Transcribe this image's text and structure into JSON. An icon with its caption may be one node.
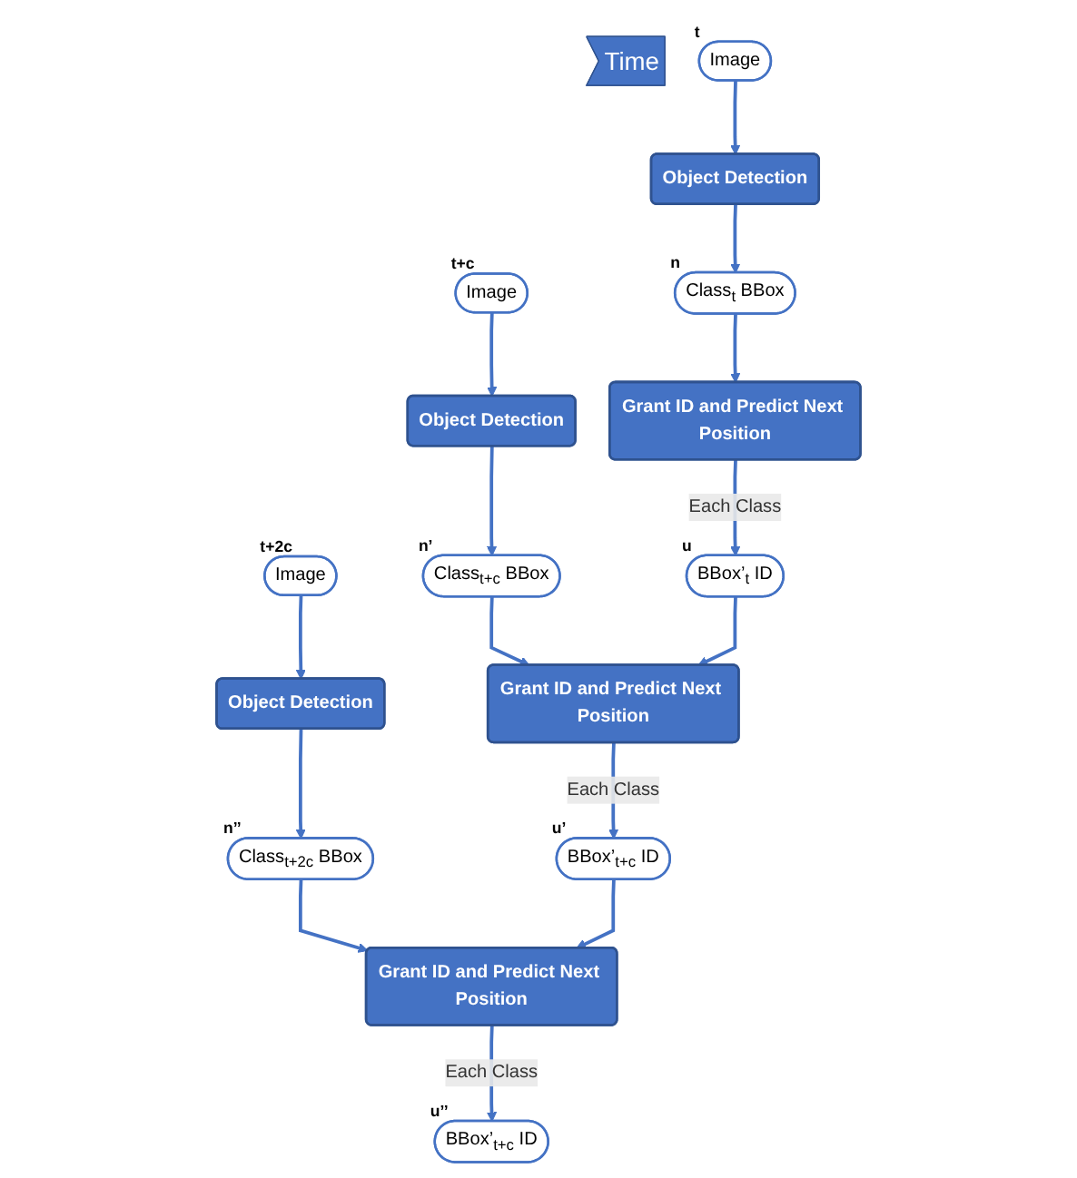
{
  "diagram": {
    "nodes": [
      {
        "text": [
          "Time"
        ]
      },
      {
        "text": [
          "Image"
        ],
        "beside": [
          "t"
        ]
      },
      {
        "text": [
          "Object Detection"
        ]
      },
      {
        "text": [
          "Class$_{t}$ BBox"
        ],
        "beside": [
          "n"
        ]
      },
      {
        "text": [
          "Grant ID and Predict Next Position"
        ]
      },
      {
        "text": [
          "BBox’$_{t}$ ID"
        ],
        "beside": [
          "u"
        ]
      },
      {
        "text": [
          "Image"
        ],
        "beside": [
          "t+c"
        ]
      },
      {
        "text": [
          "Object Detection"
        ]
      },
      {
        "text": [
          "Class$_{t+c}$ BBox"
        ],
        "beside": [
          "n’"
        ]
      },
      {
        "text": [
          "Grant ID and Predict Next Position"
        ]
      },
      {
        "text": [
          "BBox’$_{t+c}$ ID"
        ],
        "beside": [
          "u’"
        ]
      },
      {
        "text": [
          "Image"
        ],
        "beside": [
          "t+2c"
        ]
      },
      {
        "text": [
          "Object Detection"
        ]
      },
      {
        "text": [
          "Class$_{t+2c}$ BBox"
        ],
        "beside": [
          "n’’"
        ]
      },
      {
        "text": [
          "Grant ID and Predict Next Position"
        ]
      },
      {
        "text": [
          "BBox’$_{t+c}$ ID"
        ],
        "beside": [
          "u’’"
        ]
      }
    ],
    "edges": [
      {
        "from": 1,
        "to": 2,
        "arrow": "to"
      },
      {
        "from": 2,
        "to": 3,
        "arrow": "to"
      },
      {
        "from": 3,
        "to": 4,
        "arrow": "to"
      },
      {
        "from": 4,
        "to": 5,
        "arrow": "to",
        "label": "Each Class"
      },
      {
        "from": 6,
        "to": 7,
        "arrow": "to"
      },
      {
        "from": 7,
        "to": 8,
        "arrow": "to"
      },
      {
        "from": 8,
        "to": 9,
        "arrow": "to"
      },
      {
        "from": 9,
        "to": 10,
        "arrow": "to",
        "label": "Each Class"
      },
      {
        "from": 11,
        "to": 12,
        "arrow": "to"
      },
      {
        "from": 12,
        "to": 13,
        "arrow": "to"
      },
      {
        "from": 13,
        "to": 14,
        "arrow": "to"
      },
      {
        "from": 14,
        "to": 15,
        "arrow": "to",
        "label": "Each Class"
      },
      {
        "from": 5,
        "to": 9,
        "arrow": "to"
      },
      {
        "from": 10,
        "to": 14,
        "arrow": "to"
      }
    ]
  }
}
